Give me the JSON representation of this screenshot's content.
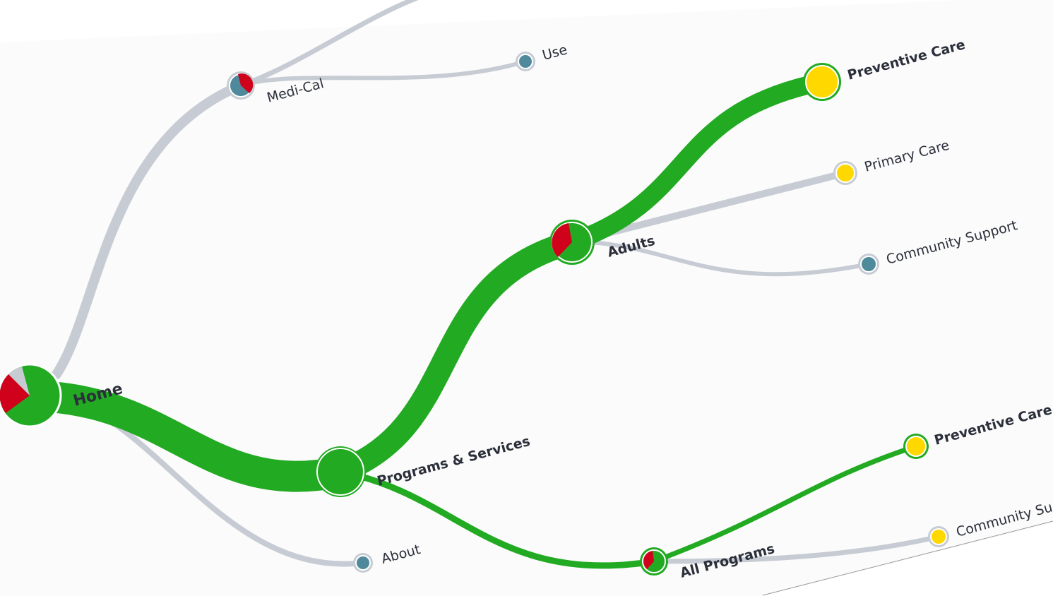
{
  "colors": {
    "green": "#22aa22",
    "gray": "#c7ccd4",
    "red": "#d0021b",
    "teal": "#4f8a9c",
    "yellow": "#ffd800",
    "text": "#2b2f3a"
  },
  "nodes": {
    "home": "Home",
    "medi_cal": "Medi-Cal",
    "use": "Use",
    "programs": "Programs & Services",
    "about": "About",
    "adults": "Adults",
    "preventive_care_1": "Preventive Care",
    "primary_care": "Primary Care",
    "community_support_1": "Community Support",
    "all_programs": "All Programs",
    "preventive_care_2": "Preventive Care",
    "community_support_2": "Community Su"
  }
}
